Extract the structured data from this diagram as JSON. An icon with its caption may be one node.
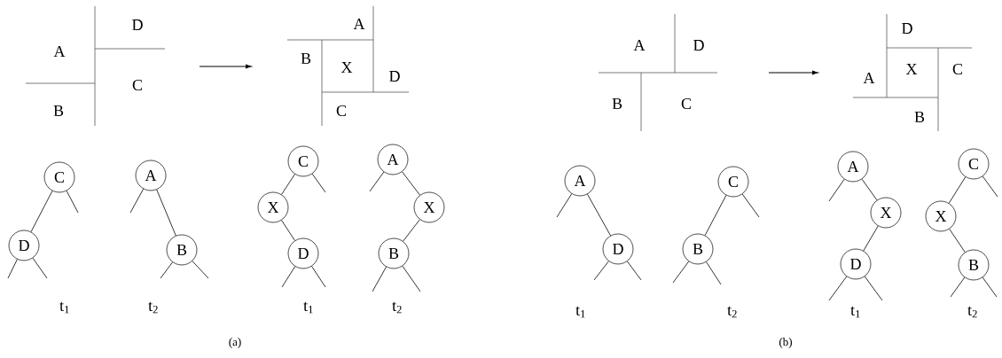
{
  "diagram": {
    "nodes": [
      {
        "text": [
          "C"
        ]
      },
      {
        "text": [
          "D"
        ]
      },
      {
        "text": [
          "A"
        ]
      },
      {
        "text": [
          "B"
        ]
      },
      {
        "text": [
          "C"
        ]
      },
      {
        "text": [
          "X"
        ]
      },
      {
        "text": [
          "D"
        ]
      },
      {
        "text": [
          "A"
        ]
      },
      {
        "text": [
          "X"
        ]
      },
      {
        "text": [
          "B"
        ]
      },
      {
        "text": [
          "A"
        ]
      },
      {
        "text": [
          "D"
        ]
      },
      {
        "text": [
          "C"
        ]
      },
      {
        "text": [
          "B"
        ]
      },
      {
        "text": [
          "A"
        ]
      },
      {
        "text": [
          "X"
        ]
      },
      {
        "text": [
          "D"
        ]
      },
      {
        "text": [
          "C"
        ]
      },
      {
        "text": [
          "X"
        ]
      },
      {
        "text": [
          "B"
        ]
      }
    ],
    "edges": [
      {
        "from": 0,
        "to": 1,
        "arrow": "none"
      },
      {
        "from": 0,
        "to": null,
        "arrow": "none"
      },
      {
        "from": 1,
        "to": null,
        "arrow": "none"
      },
      {
        "from": 1,
        "to": null,
        "arrow": "none"
      },
      {
        "from": 2,
        "to": 3,
        "arrow": "none"
      },
      {
        "from": 2,
        "to": null,
        "arrow": "none"
      },
      {
        "from": 3,
        "to": null,
        "arrow": "none"
      },
      {
        "from": 3,
        "to": null,
        "arrow": "none"
      },
      {
        "from": 4,
        "to": 5,
        "arrow": "none"
      },
      {
        "from": 4,
        "to": null,
        "arrow": "none"
      },
      {
        "from": 5,
        "to": 6,
        "arrow": "none"
      },
      {
        "from": 6,
        "to": null,
        "arrow": "none"
      },
      {
        "from": 6,
        "to": null,
        "arrow": "none"
      },
      {
        "from": 7,
        "to": 8,
        "arrow": "none"
      },
      {
        "from": 7,
        "to": null,
        "arrow": "none"
      },
      {
        "from": 8,
        "to": 9,
        "arrow": "none"
      },
      {
        "from": 9,
        "to": null,
        "arrow": "none"
      },
      {
        "from": 9,
        "to": null,
        "arrow": "none"
      },
      {
        "from": 10,
        "to": 11,
        "arrow": "none"
      },
      {
        "from": 10,
        "to": null,
        "arrow": "none"
      },
      {
        "from": 11,
        "to": null,
        "arrow": "none"
      },
      {
        "from": 11,
        "to": null,
        "arrow": "none"
      },
      {
        "from": 12,
        "to": 13,
        "arrow": "none"
      },
      {
        "from": 12,
        "to": null,
        "arrow": "none"
      },
      {
        "from": 13,
        "to": null,
        "arrow": "none"
      },
      {
        "from": 13,
        "to": null,
        "arrow": "none"
      },
      {
        "from": 14,
        "to": 15,
        "arrow": "none"
      },
      {
        "from": 14,
        "to": null,
        "arrow": "none"
      },
      {
        "from": 15,
        "to": 16,
        "arrow": "none"
      },
      {
        "from": 16,
        "to": null,
        "arrow": "none"
      },
      {
        "from": 16,
        "to": null,
        "arrow": "none"
      },
      {
        "from": 17,
        "to": 18,
        "arrow": "none"
      },
      {
        "from": 17,
        "to": null,
        "arrow": "none"
      },
      {
        "from": 18,
        "to": 19,
        "arrow": "none"
      },
      {
        "from": 19,
        "to": null,
        "arrow": "none"
      },
      {
        "from": 19,
        "to": null,
        "arrow": "none"
      }
    ],
    "labels": [
      "D",
      "A",
      "C",
      "B",
      "A",
      "B",
      "X",
      "D",
      "C",
      "A",
      "D",
      "B",
      "C",
      "D",
      "X",
      "C",
      "A",
      "B",
      "t$_{1}$",
      "t$_{2}$",
      "t$_{1}$",
      "t$_{2}$",
      "t$_{1}$",
      "t$_{2}$",
      "t$_{1}$",
      "t$_{2}$",
      "(a)",
      "(b)"
    ]
  }
}
